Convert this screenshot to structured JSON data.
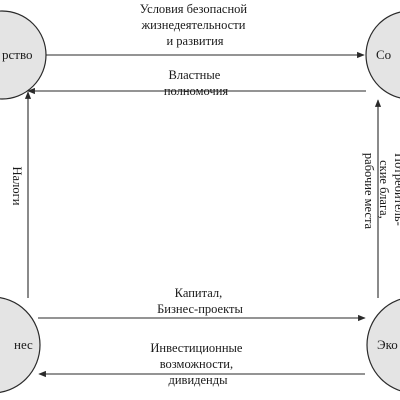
{
  "nodes": {
    "top_left": {
      "label": "рство"
    },
    "top_right": {
      "label": "Со"
    },
    "bottom_left": {
      "label": "нес"
    },
    "bottom_right": {
      "label": "Эко"
    }
  },
  "edges": {
    "top_forward": {
      "lines": [
        "Условия безопасной",
        "жизнедеятельности",
        "и развития"
      ]
    },
    "top_back": {
      "lines": [
        "Властные",
        "полномочия"
      ]
    },
    "left_up": {
      "lines": [
        "Налоги"
      ]
    },
    "right_up": {
      "lines": [
        "Потребитель-",
        "ские блага,",
        "рабочие места"
      ]
    },
    "bottom_forward": {
      "lines": [
        "Капитал,",
        "Бизнес-проекты"
      ]
    },
    "bottom_back": {
      "lines": [
        "Инвестиционные",
        "возможности,",
        "дивиденды"
      ]
    }
  }
}
